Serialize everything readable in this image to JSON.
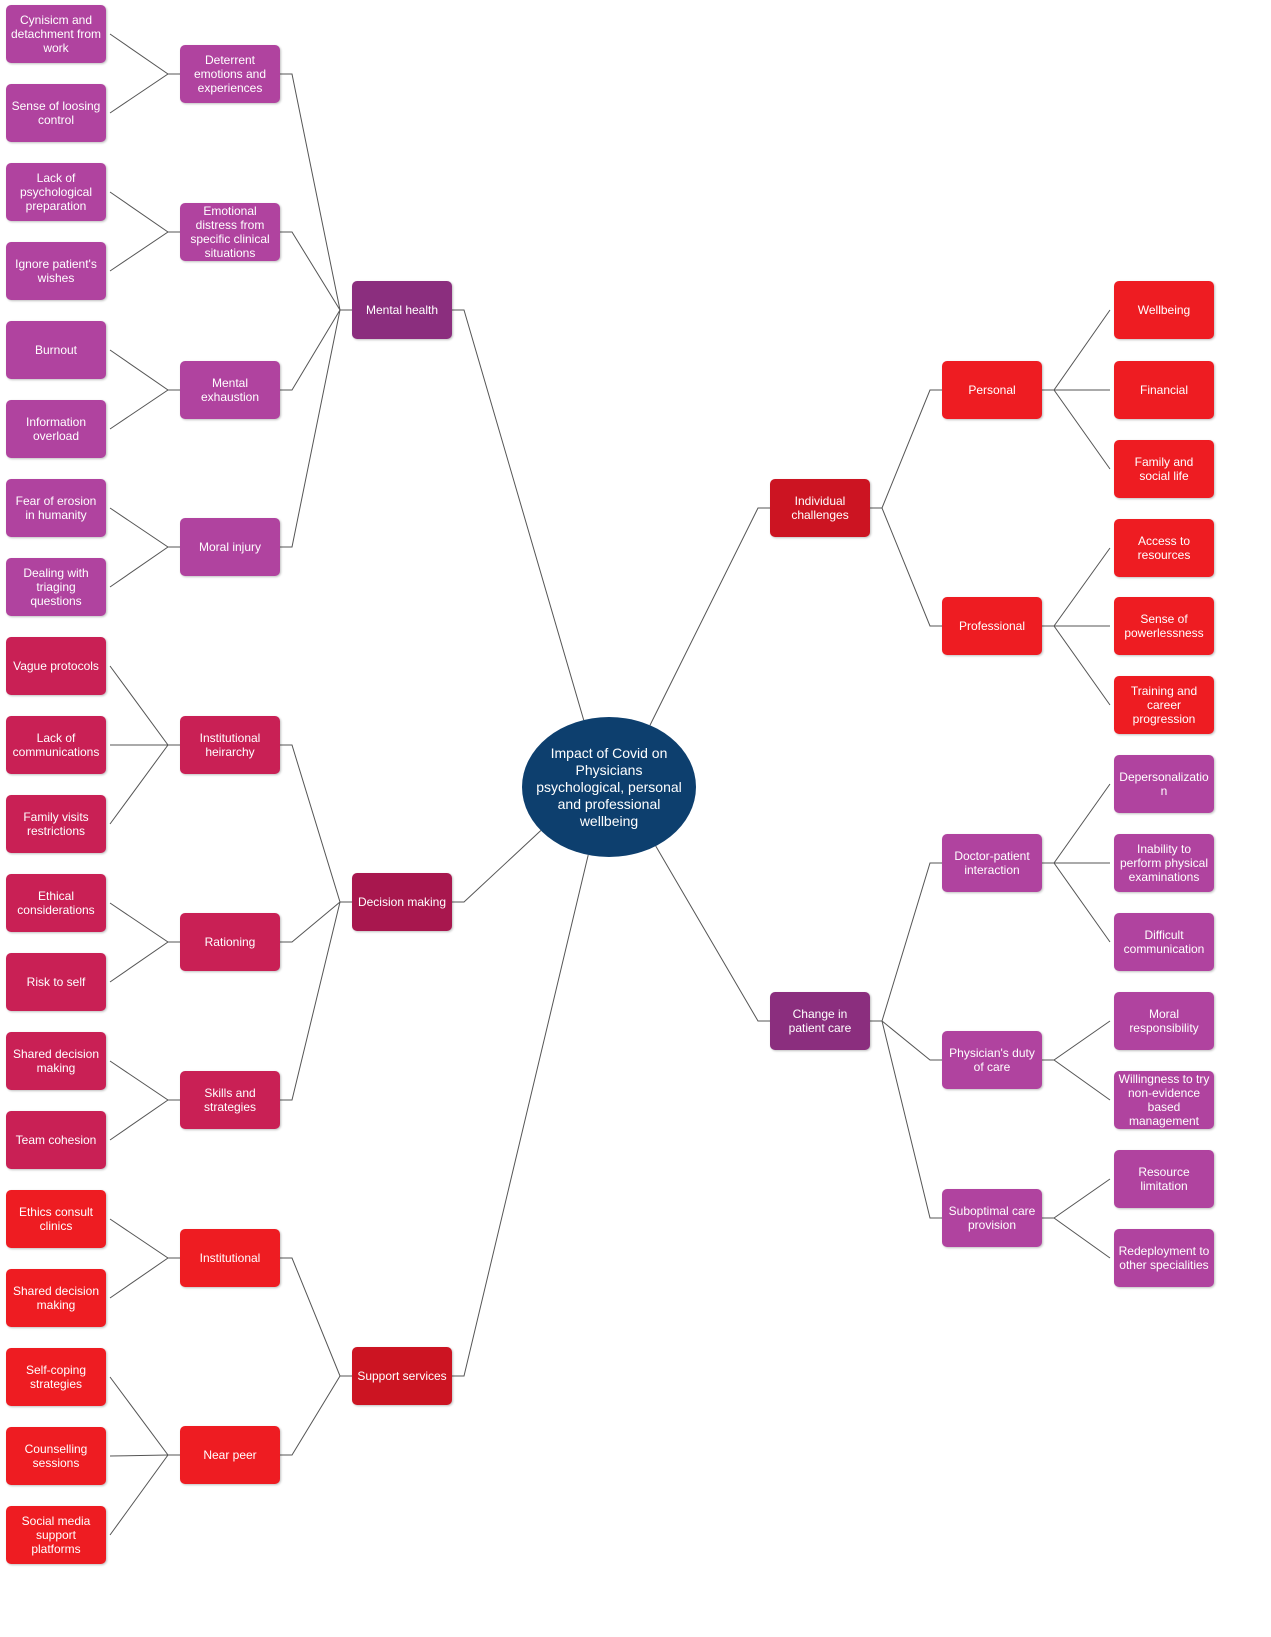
{
  "colors": {
    "root": "#0d3f6e",
    "mental": "#8b2e7e",
    "mental_child": "#b0439f",
    "decision": "#a8174e",
    "decision_child": "#c92055",
    "support": "#cc1422",
    "support_child": "#ee1c22",
    "individual": "#cc1422",
    "individual_child": "#ee1c22",
    "care": "#8b2e7e",
    "care_child": "#b0439f"
  },
  "root": {
    "label": "Impact of Covid on Physicians psychological, personal and professional wellbeing"
  },
  "branches": [
    {
      "id": "mental-health",
      "label": "Mental health",
      "color_key": "mental",
      "children": [
        {
          "id": "deterrent-emotions",
          "label": "Deterrent emotions and experiences",
          "children": [
            {
              "id": "cynicism",
              "label": "Cynisicm and detachment from work"
            },
            {
              "id": "loosing-control",
              "label": "Sense of loosing control"
            }
          ]
        },
        {
          "id": "emotional-distress",
          "label": "Emotional distress from specific clinical situations",
          "children": [
            {
              "id": "lack-prep",
              "label": "Lack of psychological preparation"
            },
            {
              "id": "ignore-wishes",
              "label": "Ignore patient's wishes"
            }
          ]
        },
        {
          "id": "mental-exhaustion",
          "label": "Mental exhaustion",
          "children": [
            {
              "id": "burnout",
              "label": "Burnout"
            },
            {
              "id": "info-overload",
              "label": "Information overload"
            }
          ]
        },
        {
          "id": "moral-injury",
          "label": "Moral injury",
          "children": [
            {
              "id": "fear-erosion",
              "label": "Fear of erosion in humanity"
            },
            {
              "id": "triaging",
              "label": "Dealing with triaging questions"
            }
          ]
        }
      ]
    },
    {
      "id": "decision-making",
      "label": "Decision making",
      "color_key": "decision",
      "children": [
        {
          "id": "inst-hierarchy",
          "label": "Institutional heirarchy",
          "children": [
            {
              "id": "vague-protocols",
              "label": "Vague protocols"
            },
            {
              "id": "lack-comm",
              "label": "Lack of communications"
            },
            {
              "id": "family-visits",
              "label": "Family visits restrictions"
            }
          ]
        },
        {
          "id": "rationing",
          "label": "Rationing",
          "children": [
            {
              "id": "ethical-cons",
              "label": "Ethical considerations"
            },
            {
              "id": "risk-self",
              "label": "Risk to self"
            }
          ]
        },
        {
          "id": "skills-strategies",
          "label": "Skills and strategies",
          "children": [
            {
              "id": "shared-decision-1",
              "label": "Shared decision making"
            },
            {
              "id": "team-cohesion",
              "label": "Team cohesion"
            }
          ]
        }
      ]
    },
    {
      "id": "support-services",
      "label": "Support services",
      "color_key": "support",
      "children": [
        {
          "id": "institutional",
          "label": "Institutional",
          "children": [
            {
              "id": "ethics-consult",
              "label": "Ethics consult clinics"
            },
            {
              "id": "shared-decision-2",
              "label": "Shared decision making"
            }
          ]
        },
        {
          "id": "near-peer",
          "label": "Near peer",
          "children": [
            {
              "id": "self-coping",
              "label": "Self-coping strategies"
            },
            {
              "id": "counselling",
              "label": "Counselling sessions"
            },
            {
              "id": "social-media",
              "label": "Social media support platforms"
            }
          ]
        }
      ]
    },
    {
      "id": "individual-challenges",
      "label": "Individual challenges",
      "color_key": "individual",
      "children": [
        {
          "id": "personal",
          "label": "Personal",
          "children": [
            {
              "id": "wellbeing",
              "label": "Wellbeing"
            },
            {
              "id": "financial",
              "label": "Financial"
            },
            {
              "id": "family-social",
              "label": "Family and social life"
            }
          ]
        },
        {
          "id": "professional",
          "label": "Professional",
          "children": [
            {
              "id": "access-resources",
              "label": "Access to resources"
            },
            {
              "id": "powerlessness",
              "label": "Sense of powerlessness"
            },
            {
              "id": "training-career",
              "label": "Training and career progression"
            }
          ]
        }
      ]
    },
    {
      "id": "change-care",
      "label": "Change in patient care",
      "color_key": "care",
      "children": [
        {
          "id": "doctor-patient",
          "label": "Doctor-patient interaction",
          "children": [
            {
              "id": "depersonalization",
              "label": "Depersonalization"
            },
            {
              "id": "inability-exam",
              "label": "Inability to perform physical examinations"
            },
            {
              "id": "difficult-comm",
              "label": "Difficult communication"
            }
          ]
        },
        {
          "id": "duty-care",
          "label": "Physician's duty of care",
          "children": [
            {
              "id": "moral-resp",
              "label": "Moral responsibility"
            },
            {
              "id": "willingness",
              "label": "Willingness to try non-evidence based management"
            }
          ]
        },
        {
          "id": "suboptimal",
          "label": "Suboptimal care provision",
          "children": [
            {
              "id": "resource-limit",
              "label": "Resource limitation"
            },
            {
              "id": "redeployment",
              "label": "Redeployment to other specialities"
            }
          ]
        }
      ]
    }
  ]
}
